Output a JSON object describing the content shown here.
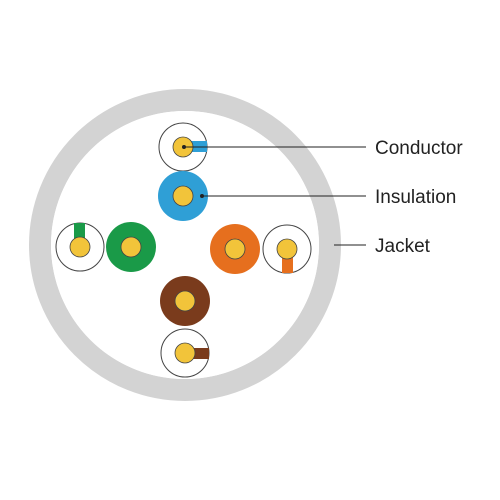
{
  "labels": {
    "conductor": "Conductor",
    "insulation": "Insulation",
    "jacket": "Jacket"
  },
  "colors": {
    "jacket": "#d3d3d3",
    "interior": "#ffffff",
    "conductor": "#f2c43a",
    "outline": "#444444",
    "leader_line": "#222222",
    "blue": "#2f9fd6",
    "green": "#1a9a48",
    "orange": "#e66f1e",
    "brown": "#7a3b1c"
  },
  "pairs": [
    {
      "name": "blue-pair",
      "solid_color": "#2f9fd6",
      "stripe_color": "#2f9fd6"
    },
    {
      "name": "green-pair",
      "solid_color": "#1a9a48",
      "stripe_color": "#1a9a48"
    },
    {
      "name": "orange-pair",
      "solid_color": "#e66f1e",
      "stripe_color": "#e66f1e"
    },
    {
      "name": "brown-pair",
      "solid_color": "#7a3b1c",
      "stripe_color": "#7a3b1c"
    }
  ]
}
